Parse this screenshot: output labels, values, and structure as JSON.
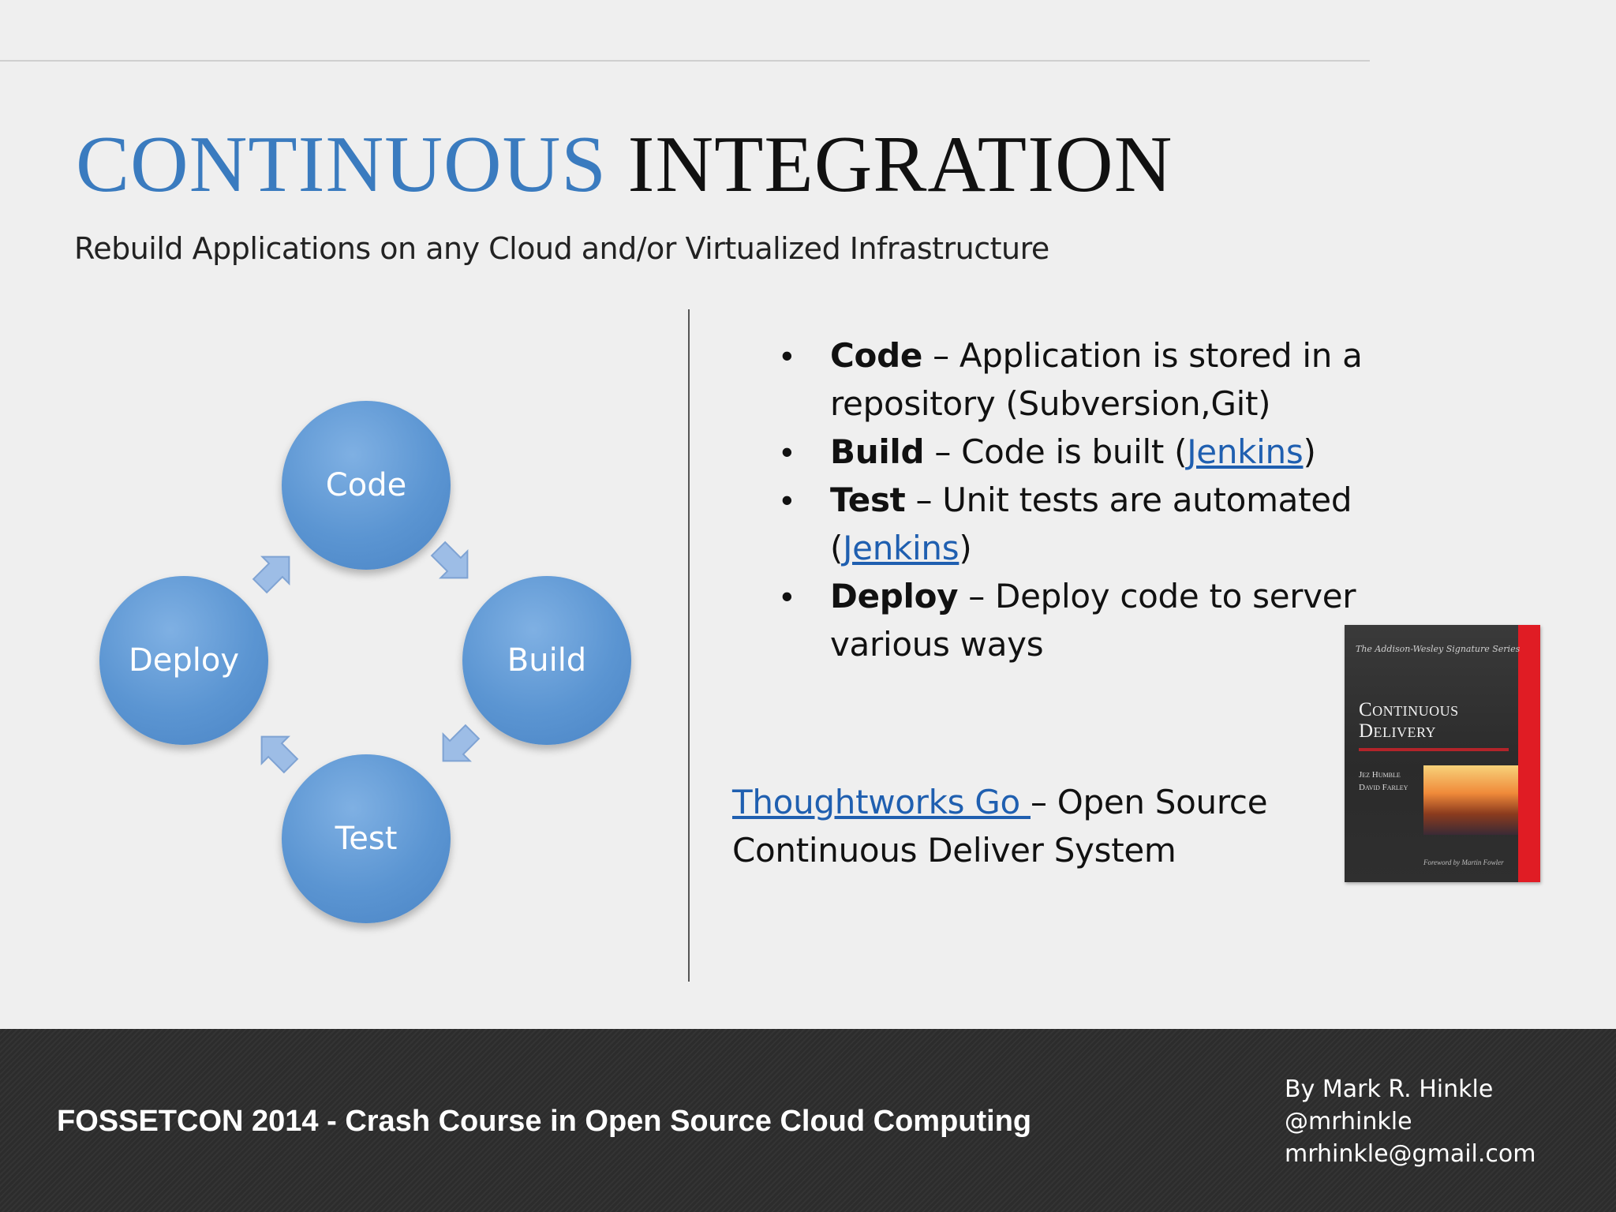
{
  "slide": {
    "title_part1": "CONTINUOUS",
    "title_part2": "INTEGRATION",
    "subtitle": "Rebuild Applications on any Cloud and/or Virtualized Infrastructure"
  },
  "cycle": {
    "nodes": [
      "Code",
      "Build",
      "Test",
      "Deploy"
    ]
  },
  "bullets": [
    {
      "term": "Code",
      "text": " – Application is stored in a repository (Subversion,Git)"
    },
    {
      "term": "Build",
      "text": " – Code is built (",
      "link": "Jenkins",
      "after": ")"
    },
    {
      "term": "Test",
      "text": " – Unit tests are automated (",
      "link": "Jenkins",
      "after": ")"
    },
    {
      "term": "Deploy",
      "text": " – Deploy code to server various ways"
    }
  ],
  "go_note": {
    "link": "Thoughtworks Go ",
    "text": "– Open Source Continuous Deliver System"
  },
  "book": {
    "series": "The Addison-Wesley Signature Series",
    "title_line1": "Continuous",
    "title_line2": "Delivery",
    "author1": "Jez Humble",
    "author2": "David Farley",
    "foreword": "Foreword by Martin Fowler"
  },
  "footer": {
    "title": "FOSSETCON 2014 - Crash Course in Open Source Cloud Computing",
    "by": "By Mark R. Hinkle",
    "handle": "@mrhinkle",
    "email": "mrhinkle@gmail.com"
  },
  "colors": {
    "title_accent": "#3a7bbf",
    "circle_blue": "#5b95d2",
    "link_blue": "#1f5fb0",
    "footer_bg": "#2c2c2c",
    "book_spine": "#e01c24"
  }
}
